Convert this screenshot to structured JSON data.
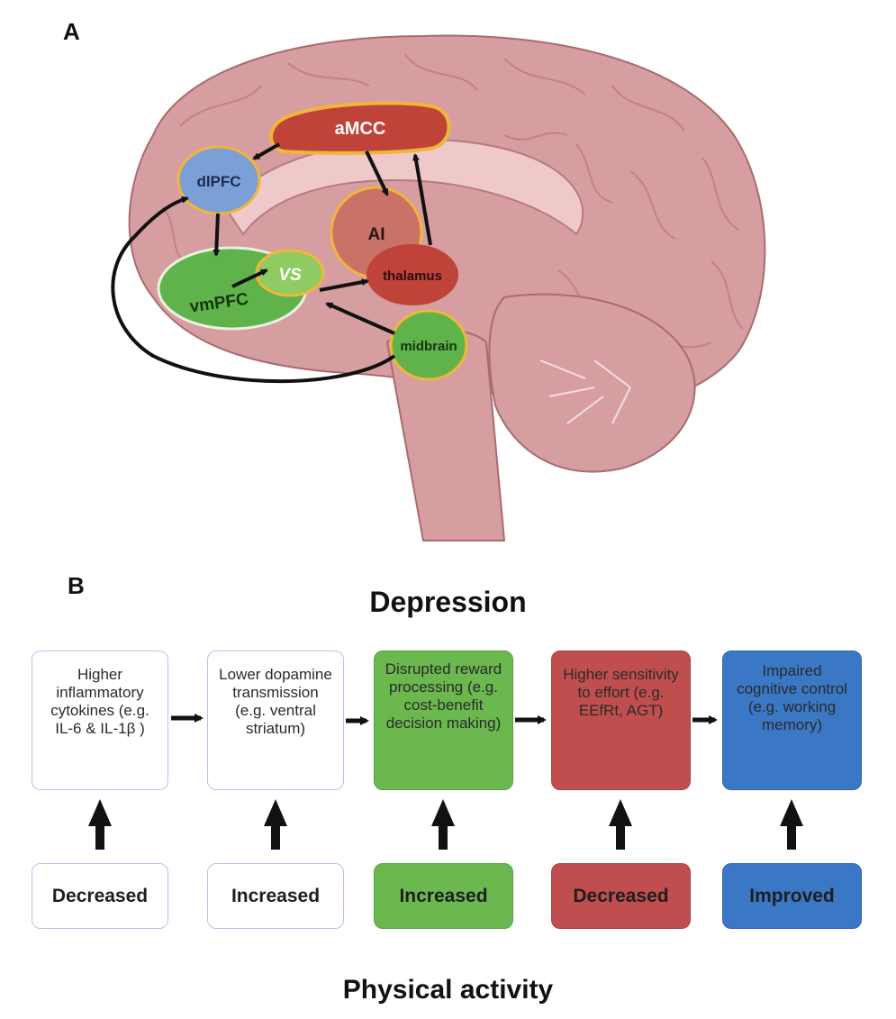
{
  "panel_a": {
    "label": "A"
  },
  "panel_b": {
    "label": "B"
  },
  "brain_regions": {
    "amcc": "aMCC",
    "dlpfc": "dlPFC",
    "ai": "AI",
    "vs": "VS",
    "vmpfc": "vmPFC",
    "thalamus": "thalamus",
    "midbrain": "midbrain"
  },
  "region_colors": {
    "amcc": "#c0433a",
    "dlpfc": "#7b9fd6",
    "ai": "#c66a5e",
    "vs": "#8ecb62",
    "vmpfc": "#5fb34a",
    "thalamus": "#c0433a",
    "midbrain": "#5fb34a",
    "outline": "#f0b63a",
    "brain": "#d69ea0"
  },
  "depression_title": "Depression",
  "activity_title": "Physical activity",
  "pathway": [
    {
      "text": "Higher inflammatory cytokines (e.g. IL-6 & IL-1β )",
      "effect": "Decreased",
      "color": "white"
    },
    {
      "text": "Lower dopamine transmission (e.g. ventral striatum)",
      "effect": "Increased",
      "color": "white"
    },
    {
      "text": "Disrupted reward processing (e.g. cost-benefit decision making)",
      "effect": "Increased",
      "color": "green"
    },
    {
      "text": "Higher sensitivity to effort (e.g. EEfRt, AGT)",
      "effect": "Decreased",
      "color": "red"
    },
    {
      "text": "Impaired cognitive control (e.g. working memory)",
      "effect": "Improved",
      "color": "blue"
    }
  ]
}
